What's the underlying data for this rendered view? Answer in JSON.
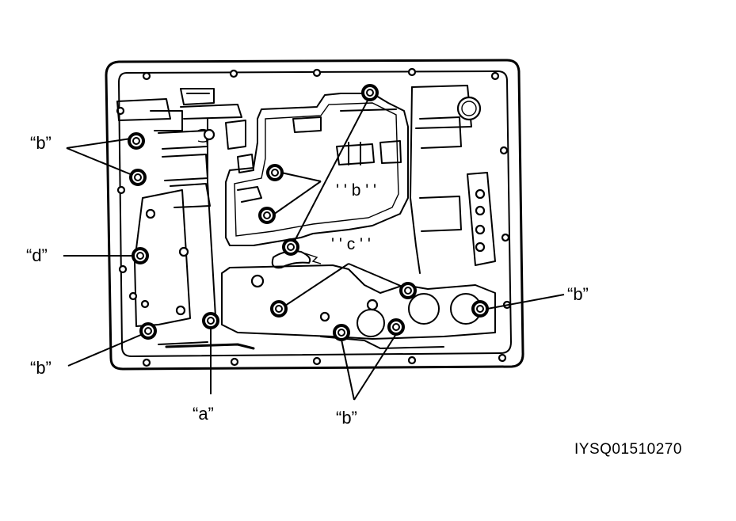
{
  "callouts": {
    "b_upper_left": "“b”",
    "d_left": "“d”",
    "b_lower_left": "“b”",
    "a_bottom": "“a”",
    "b_bottom_center": "“b”",
    "b_right": "“b”",
    "b_center": "' ' b ' '",
    "c_center": "' ' c ' '"
  },
  "figure_code": "IYSQ01510270"
}
